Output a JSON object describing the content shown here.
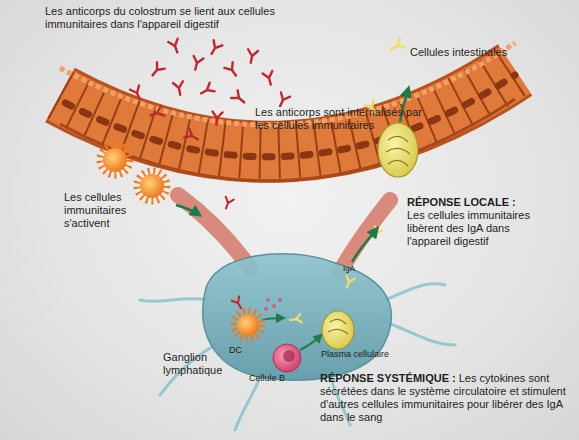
{
  "diagram": {
    "labels": [
      "Les anticorps du colostrum se lient aux cellules immunitaires dans l'appareil digestif",
      "Cellules intestinales",
      "Les anticorps sont internalisés par les cellules immunitaires",
      "Les cellules immunitaires s'activent",
      "RÉPONSE LOCALE :",
      "Les cellules immunitaires libèrent des IgA dans l'appareil digestif",
      "Ganglion lymphatique",
      "DC",
      "IgA",
      "Plasma cellulaire",
      "Cellule B",
      "RÉPONSE SYSTÉMIQUE :",
      "Les cytokines sont sécrétées dans le système circulatoire et stimulent d'autres cellules immunitaires pour libérer des IgA dans le sang"
    ]
  }
}
